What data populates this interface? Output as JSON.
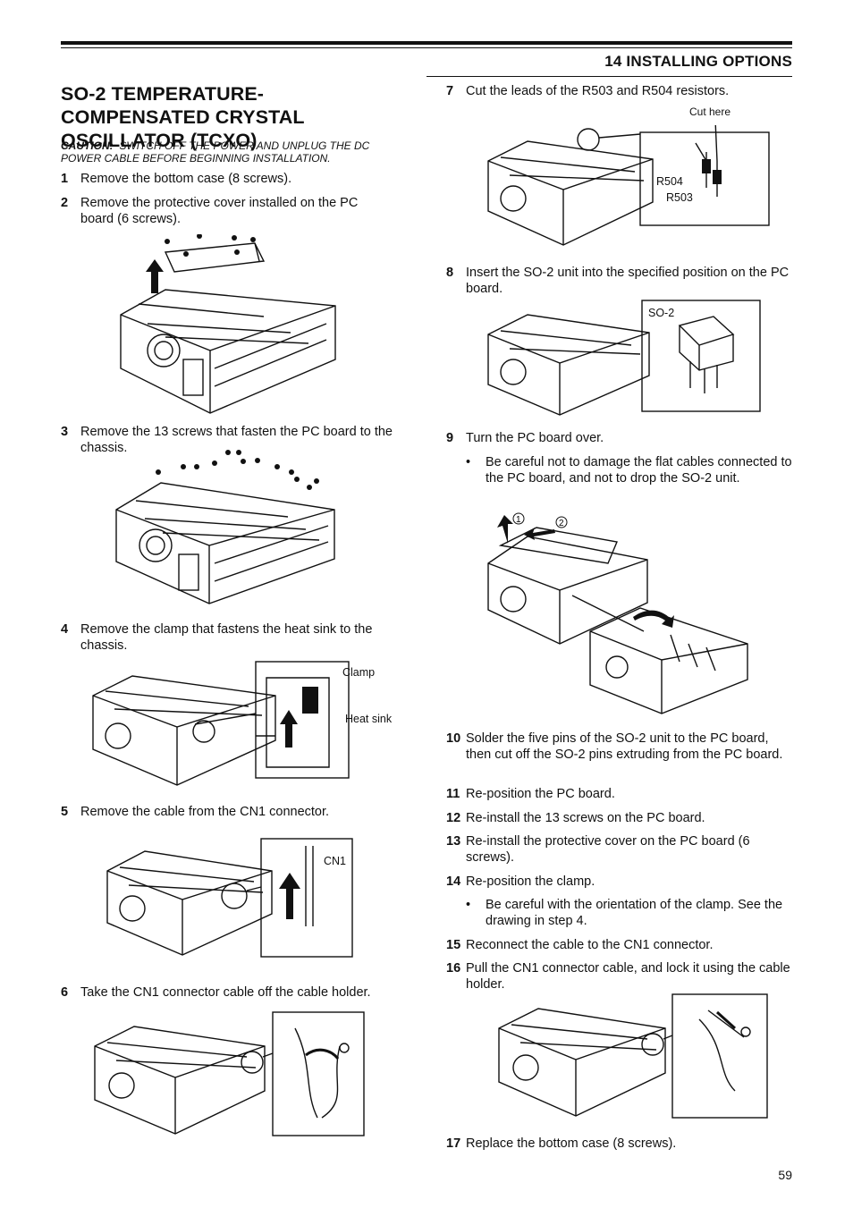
{
  "header": {
    "section": "14 INSTALLING OPTIONS"
  },
  "title": "SO-2 TEMPERATURE-COMPENSATED CRYSTAL OSCILLATOR (TCXO)",
  "caution": {
    "label": "CAUTION:",
    "text": "SWITCH OFF THE POWER AND UNPLUG THE DC POWER CABLE BEFORE BEGINNING INSTALLATION."
  },
  "steps": [
    {
      "n": "1",
      "text": "Remove the bottom case (8 screws)."
    },
    {
      "n": "2",
      "text": "Remove the protective cover installed on the PC board (6 screws)."
    },
    {
      "n": "3",
      "text": "Remove the 13 screws that fasten the PC board to the chassis."
    },
    {
      "n": "4",
      "text": "Remove the clamp that fastens the heat sink to the chassis."
    },
    {
      "n": "5",
      "text": "Remove the cable from the CN1 connector."
    },
    {
      "n": "6",
      "text": "Take the CN1 connector cable off the cable holder."
    },
    {
      "n": "7",
      "text": "Cut the leads of the R503 and R504 resistors."
    },
    {
      "n": "8",
      "text": "Insert the SO-2 unit into the specified position on the PC board."
    },
    {
      "n": "9",
      "text": "Turn the PC board over."
    },
    {
      "n": "10",
      "text": "Solder the five pins of the SO-2 unit to the PC board, then cut off the SO-2 pins extruding from the PC board."
    },
    {
      "n": "11",
      "text": "Re-position the PC board."
    },
    {
      "n": "12",
      "text": "Re-install the 13 screws on the PC board."
    },
    {
      "n": "13",
      "text": "Re-install the protective cover on the PC board (6 screws)."
    },
    {
      "n": "14",
      "text": "Re-position the clamp."
    },
    {
      "n": "15",
      "text": "Reconnect the cable to the CN1 connector."
    },
    {
      "n": "16",
      "text": "Pull the CN1 connector cable, and lock it using the cable holder."
    },
    {
      "n": "17",
      "text": "Replace the bottom case (8 screws)."
    }
  ],
  "bullets": {
    "step9": "Be careful not to damage the flat cables connected to the PC board, and not to drop the SO-2 unit.",
    "step14": "Be careful with the orientation of the clamp.  See the drawing in step 4."
  },
  "labels": {
    "clamp": "Clamp",
    "heat_sink": "Heat sink",
    "cn1": "CN1",
    "cut_here": "Cut here",
    "r504": "R504",
    "r503": "R503",
    "so2": "SO-2",
    "circle1": "1",
    "circle2": "2"
  },
  "page_number": "59"
}
